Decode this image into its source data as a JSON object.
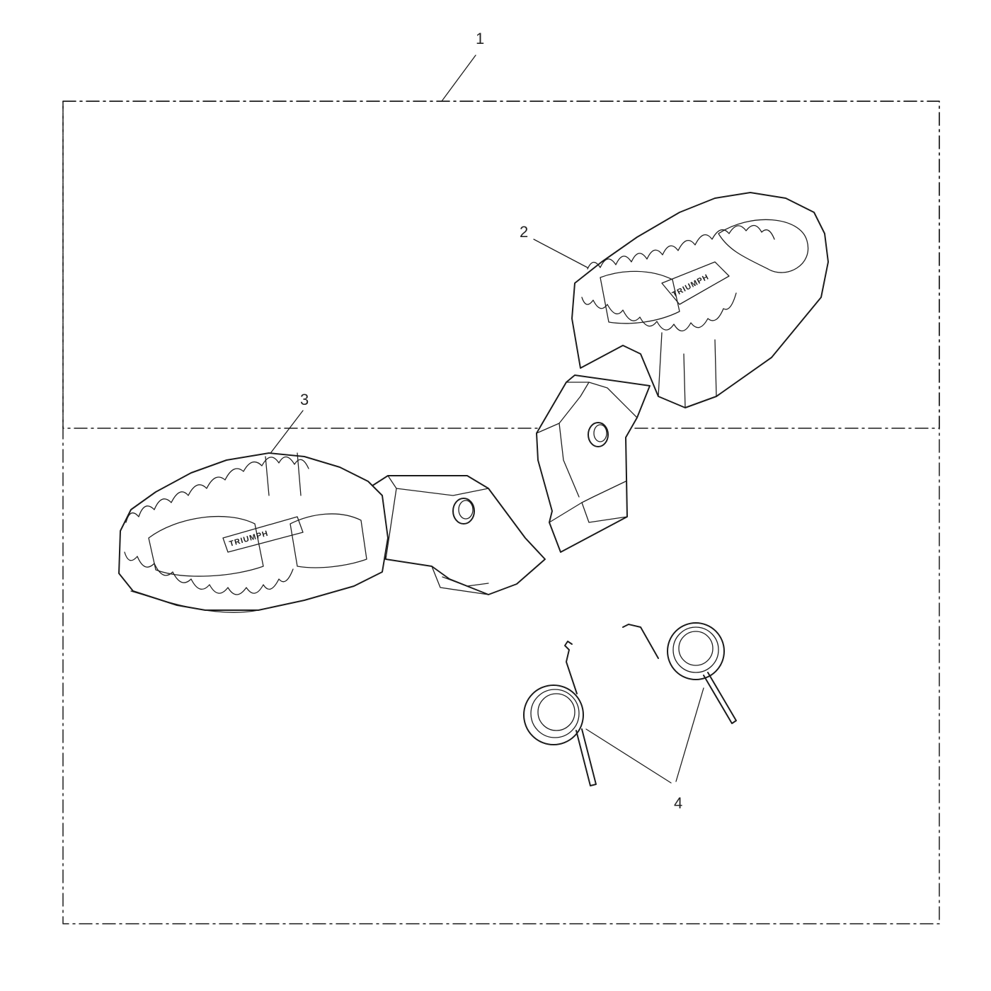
{
  "callouts": {
    "kit": "1",
    "right_footpeg": "2",
    "left_footpeg": "3",
    "springs": "4"
  },
  "part_logo": "TRIUMPH",
  "colors": {
    "line": "#1a1a1a",
    "background": "#ffffff"
  }
}
